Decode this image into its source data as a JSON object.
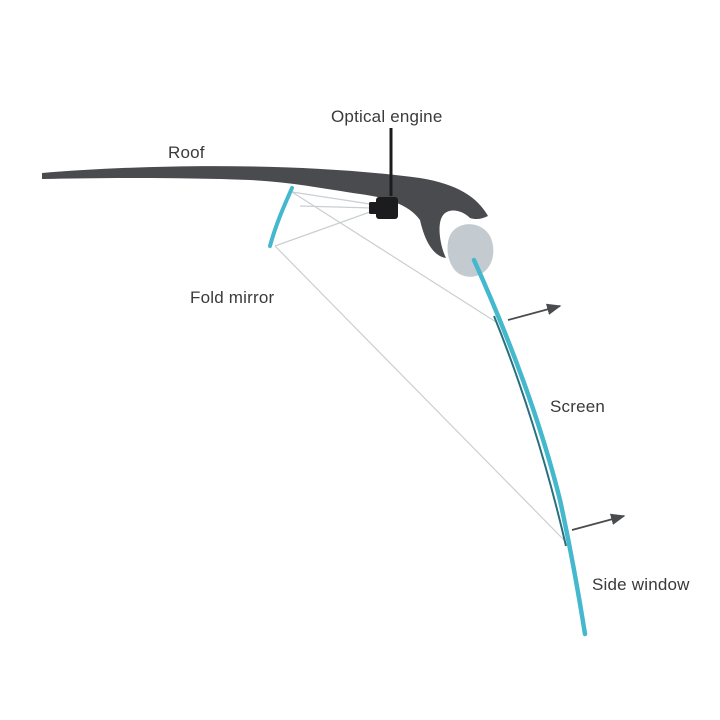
{
  "labels": {
    "roof": "Roof",
    "optical_engine": "Optical engine",
    "fold_mirror": "Fold mirror",
    "screen": "Screen",
    "side_window": "Side window"
  },
  "colors": {
    "roof": "#4a4b4f",
    "engine": "#1c1c1e",
    "glass": "#44b8cc",
    "screen_film": "#2a6f7c",
    "light_ray": "#c9cfd2",
    "headrest": "#c4cbd0",
    "arrow": "#4a4b4f",
    "text": "#3a3a3a"
  }
}
